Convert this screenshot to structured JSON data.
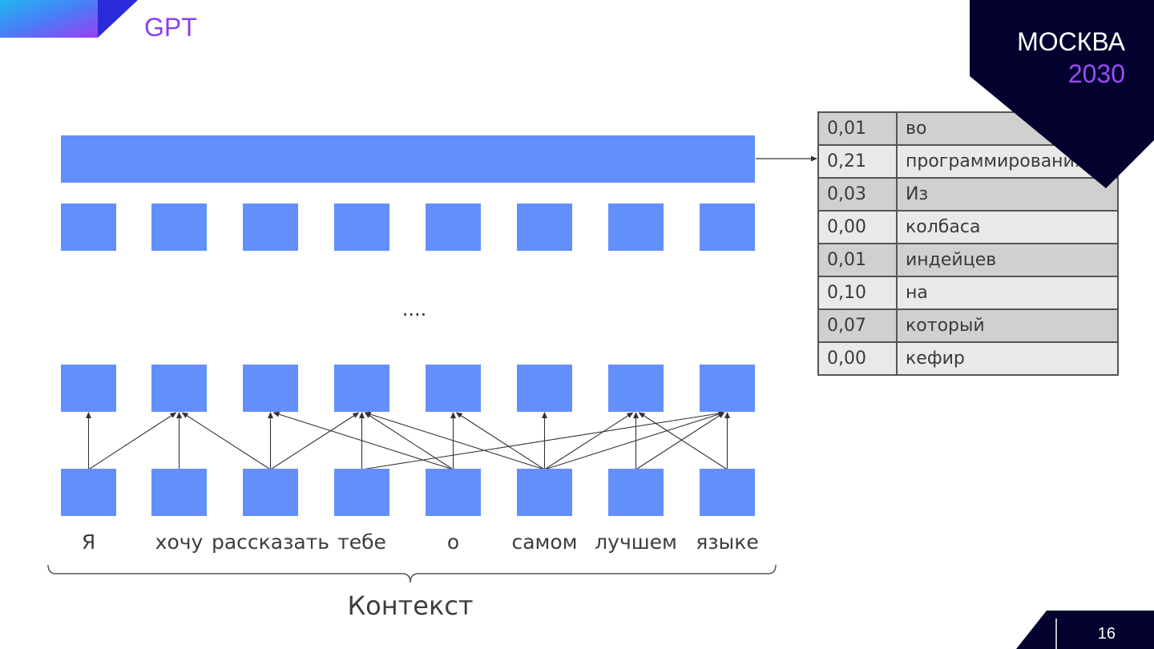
{
  "header": {
    "title": "GPT",
    "brand_city": "МОСКВА",
    "brand_year": "2030"
  },
  "diagram": {
    "tokens": [
      "Я",
      "хочу",
      "рассказать",
      "тебе",
      "о",
      "самом",
      "лучшем",
      "языке"
    ],
    "ellipsis": "....",
    "context_label": "Контекст",
    "attention_edges": [
      [
        0,
        0
      ],
      [
        0,
        1
      ],
      [
        1,
        1
      ],
      [
        2,
        1
      ],
      [
        2,
        2
      ],
      [
        2,
        3
      ],
      [
        3,
        3
      ],
      [
        3,
        7
      ],
      [
        4,
        2
      ],
      [
        4,
        3
      ],
      [
        4,
        4
      ],
      [
        5,
        3
      ],
      [
        5,
        4
      ],
      [
        5,
        5
      ],
      [
        5,
        6
      ],
      [
        5,
        7
      ],
      [
        6,
        6
      ],
      [
        6,
        7
      ],
      [
        7,
        6
      ],
      [
        7,
        7
      ]
    ]
  },
  "prediction_table": {
    "rows": [
      {
        "prob": "0,01",
        "word": "во"
      },
      {
        "prob": "0,21",
        "word": "программирования"
      },
      {
        "prob": "0,03",
        "word": "Из"
      },
      {
        "prob": "0,00",
        "word": "колбаса"
      },
      {
        "prob": "0,01",
        "word": "индейцев"
      },
      {
        "prob": "0,10",
        "word": "на"
      },
      {
        "prob": "0,07",
        "word": "который"
      },
      {
        "prob": "0,00",
        "word": "кефир"
      }
    ]
  },
  "footer": {
    "page_number": "16"
  },
  "colors": {
    "block": "#638ffc",
    "accent": "#8a3ff0",
    "navy": "#03022f"
  }
}
